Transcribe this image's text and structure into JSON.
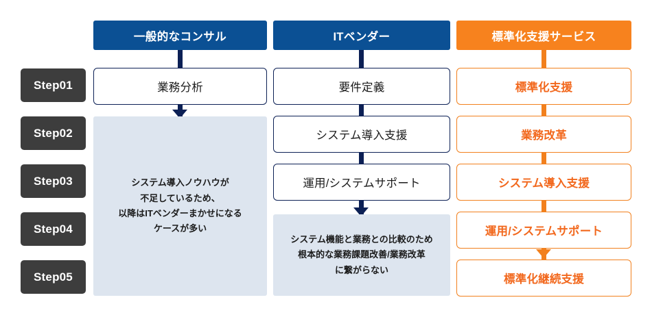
{
  "colors": {
    "header_blue": "#0b5094",
    "header_orange": "#f7821e",
    "step_chip": "#3d3d3d",
    "box_border_blue": "#0c2055",
    "box_border_orange": "#f2801d",
    "box_text_orange": "#f2681d",
    "callout_bg": "#dde5ef",
    "connector_navy": "#0c2055",
    "connector_orange": "#f2801d",
    "page_bg": "#ffffff"
  },
  "steps": [
    {
      "label": "Step01"
    },
    {
      "label": "Step02"
    },
    {
      "label": "Step03"
    },
    {
      "label": "Step04"
    },
    {
      "label": "Step05"
    }
  ],
  "columns": [
    {
      "key": "general-consulting",
      "header": "一般的なコンサル",
      "header_style": "blue",
      "boxes": [
        {
          "step": "Step01",
          "label": "業務分析",
          "style": "blue"
        }
      ],
      "callout": {
        "lines": [
          "システム導入ノウハウが",
          "不足しているため、",
          "以降はITベンダーまかせになる",
          "ケースが多い"
        ]
      }
    },
    {
      "key": "it-vendor",
      "header": "ITベンダー",
      "header_style": "blue",
      "boxes": [
        {
          "step": "Step01",
          "label": "要件定義",
          "style": "blue"
        },
        {
          "step": "Step02",
          "label": "システム導入支援",
          "style": "blue"
        },
        {
          "step": "Step03",
          "label": "運用/システムサポート",
          "style": "blue"
        }
      ],
      "callout": {
        "lines": [
          "システム機能と業務との比較のため",
          "根本的な業務課題改善/業務改革",
          "に繋がらない"
        ]
      }
    },
    {
      "key": "standardization-support-service",
      "header": "標準化支援サービス",
      "header_style": "orange",
      "boxes": [
        {
          "step": "Step01",
          "label": "標準化支援",
          "style": "orange"
        },
        {
          "step": "Step02",
          "label": "業務改革",
          "style": "orange"
        },
        {
          "step": "Step03",
          "label": "システム導入支援",
          "style": "orange"
        },
        {
          "step": "Step04",
          "label": "運用/システムサポート",
          "style": "orange"
        },
        {
          "step": "Step05",
          "label": "標準化継続支援",
          "style": "orange"
        }
      ],
      "callout": null
    }
  ]
}
